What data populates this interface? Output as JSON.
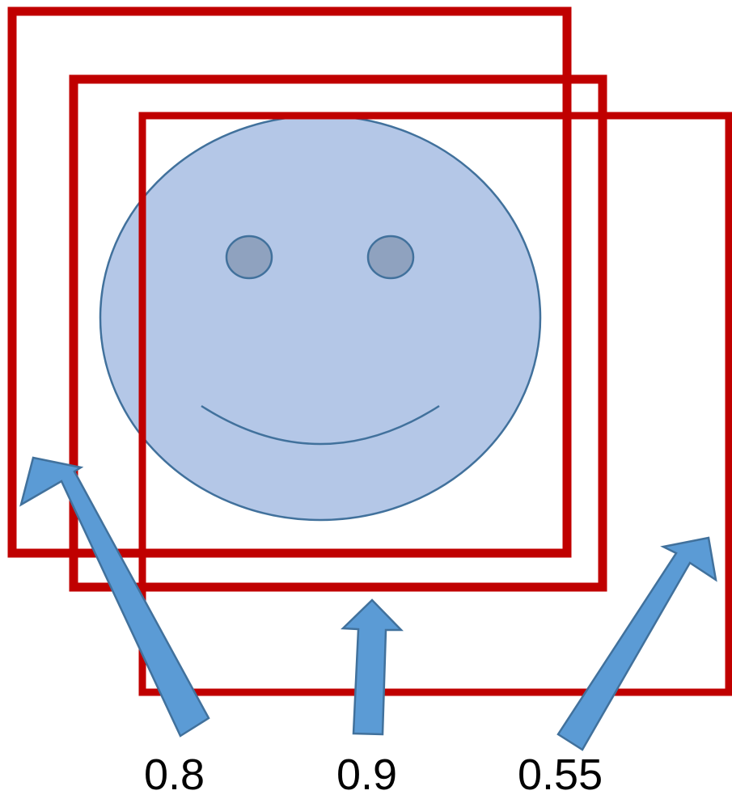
{
  "colors": {
    "box_stroke": "#c00000",
    "face_fill": "#b4c7e7",
    "face_stroke": "#41719c",
    "eye_fill": "#8fa2bf",
    "arrow_fill": "#5b9bd5",
    "arrow_stroke": "#41719c"
  },
  "scores": [
    {
      "label": "0.8",
      "icon": "arrow-up-left-icon"
    },
    {
      "label": "0.9",
      "icon": "arrow-up-icon"
    },
    {
      "label": "0.55",
      "icon": "arrow-up-right-icon"
    }
  ],
  "face": {
    "icon": "smiley-face-icon"
  }
}
